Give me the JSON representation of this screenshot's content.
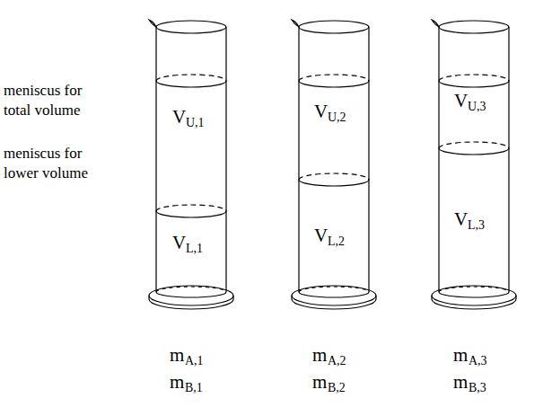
{
  "diagram": {
    "labels": [
      "meniscus for total volume",
      "meniscus for lower volume",
      "V",
      "U,1",
      "V",
      "L,1",
      "m",
      "A,1",
      "m",
      "B,1",
      "V",
      "U,2",
      "V",
      "L,2",
      "m",
      "A,2",
      "m",
      "B,2",
      "V",
      "U,3",
      "V",
      "L,3",
      "m",
      "A,3",
      "m",
      "B,3"
    ]
  }
}
